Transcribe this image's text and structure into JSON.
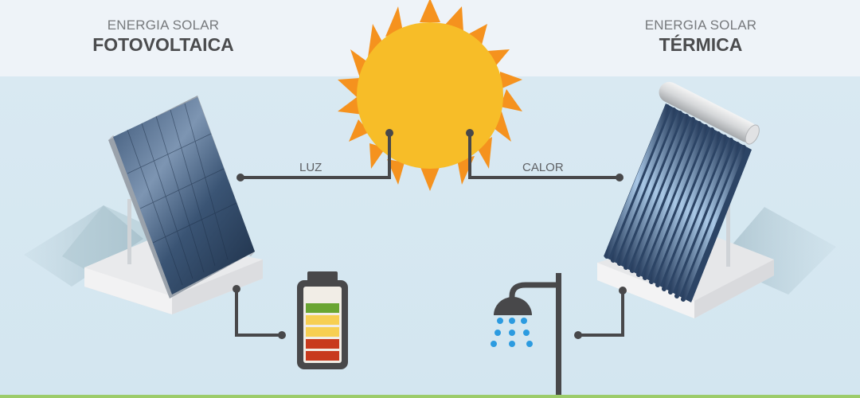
{
  "titles": {
    "left": {
      "subtitle": "ENERGIA SOLAR",
      "title": "FOTOVOLTAICA"
    },
    "right": {
      "subtitle": "ENERGIA SOLAR",
      "title": "TÉRMICA"
    }
  },
  "connectors": {
    "left_label": "LUZ",
    "right_label": "CALOR"
  },
  "icons": {
    "sun": "sun-icon",
    "photovoltaic_panel": "solar-panel-icon",
    "thermal_collector": "solar-thermal-collector-icon",
    "battery": "battery-icon",
    "shower": "shower-icon"
  },
  "battery_levels": [
    "#6aa532",
    "#f7cf52",
    "#f7cf52",
    "#c83a1d",
    "#c83a1d"
  ],
  "colors": {
    "sun_core": "#f7bd28",
    "sun_rays": "#f5921e",
    "line": "#48484a",
    "water": "#2c9be0",
    "background_top": "#eef3f8",
    "background": "#d6e8f1"
  }
}
